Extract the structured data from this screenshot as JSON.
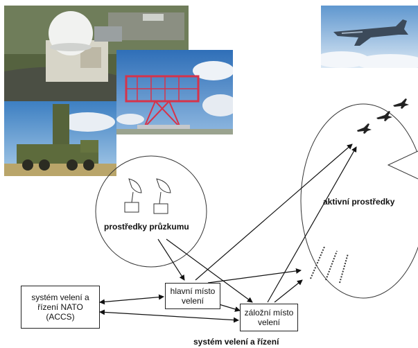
{
  "photos": [
    {
      "name": "radome-station-photo",
      "icon": "radar-radome"
    },
    {
      "name": "radar-tower-photo",
      "icon": "radar-tower"
    },
    {
      "name": "mobile-radar-truck-photo",
      "icon": "radar-truck"
    },
    {
      "name": "jet-aircraft-photo",
      "icon": "jet-aircraft"
    }
  ],
  "labels": {
    "recon": "prostředky průzkumu",
    "active": "aktivní prostředky",
    "system": "systém velení a řízení"
  },
  "boxes": {
    "nato": [
      "systém velení a",
      "řízení NATO",
      "(ACCS)"
    ],
    "main": [
      "hlavní místo",
      "velení"
    ],
    "backup": [
      "záložní místo",
      "velení"
    ]
  }
}
